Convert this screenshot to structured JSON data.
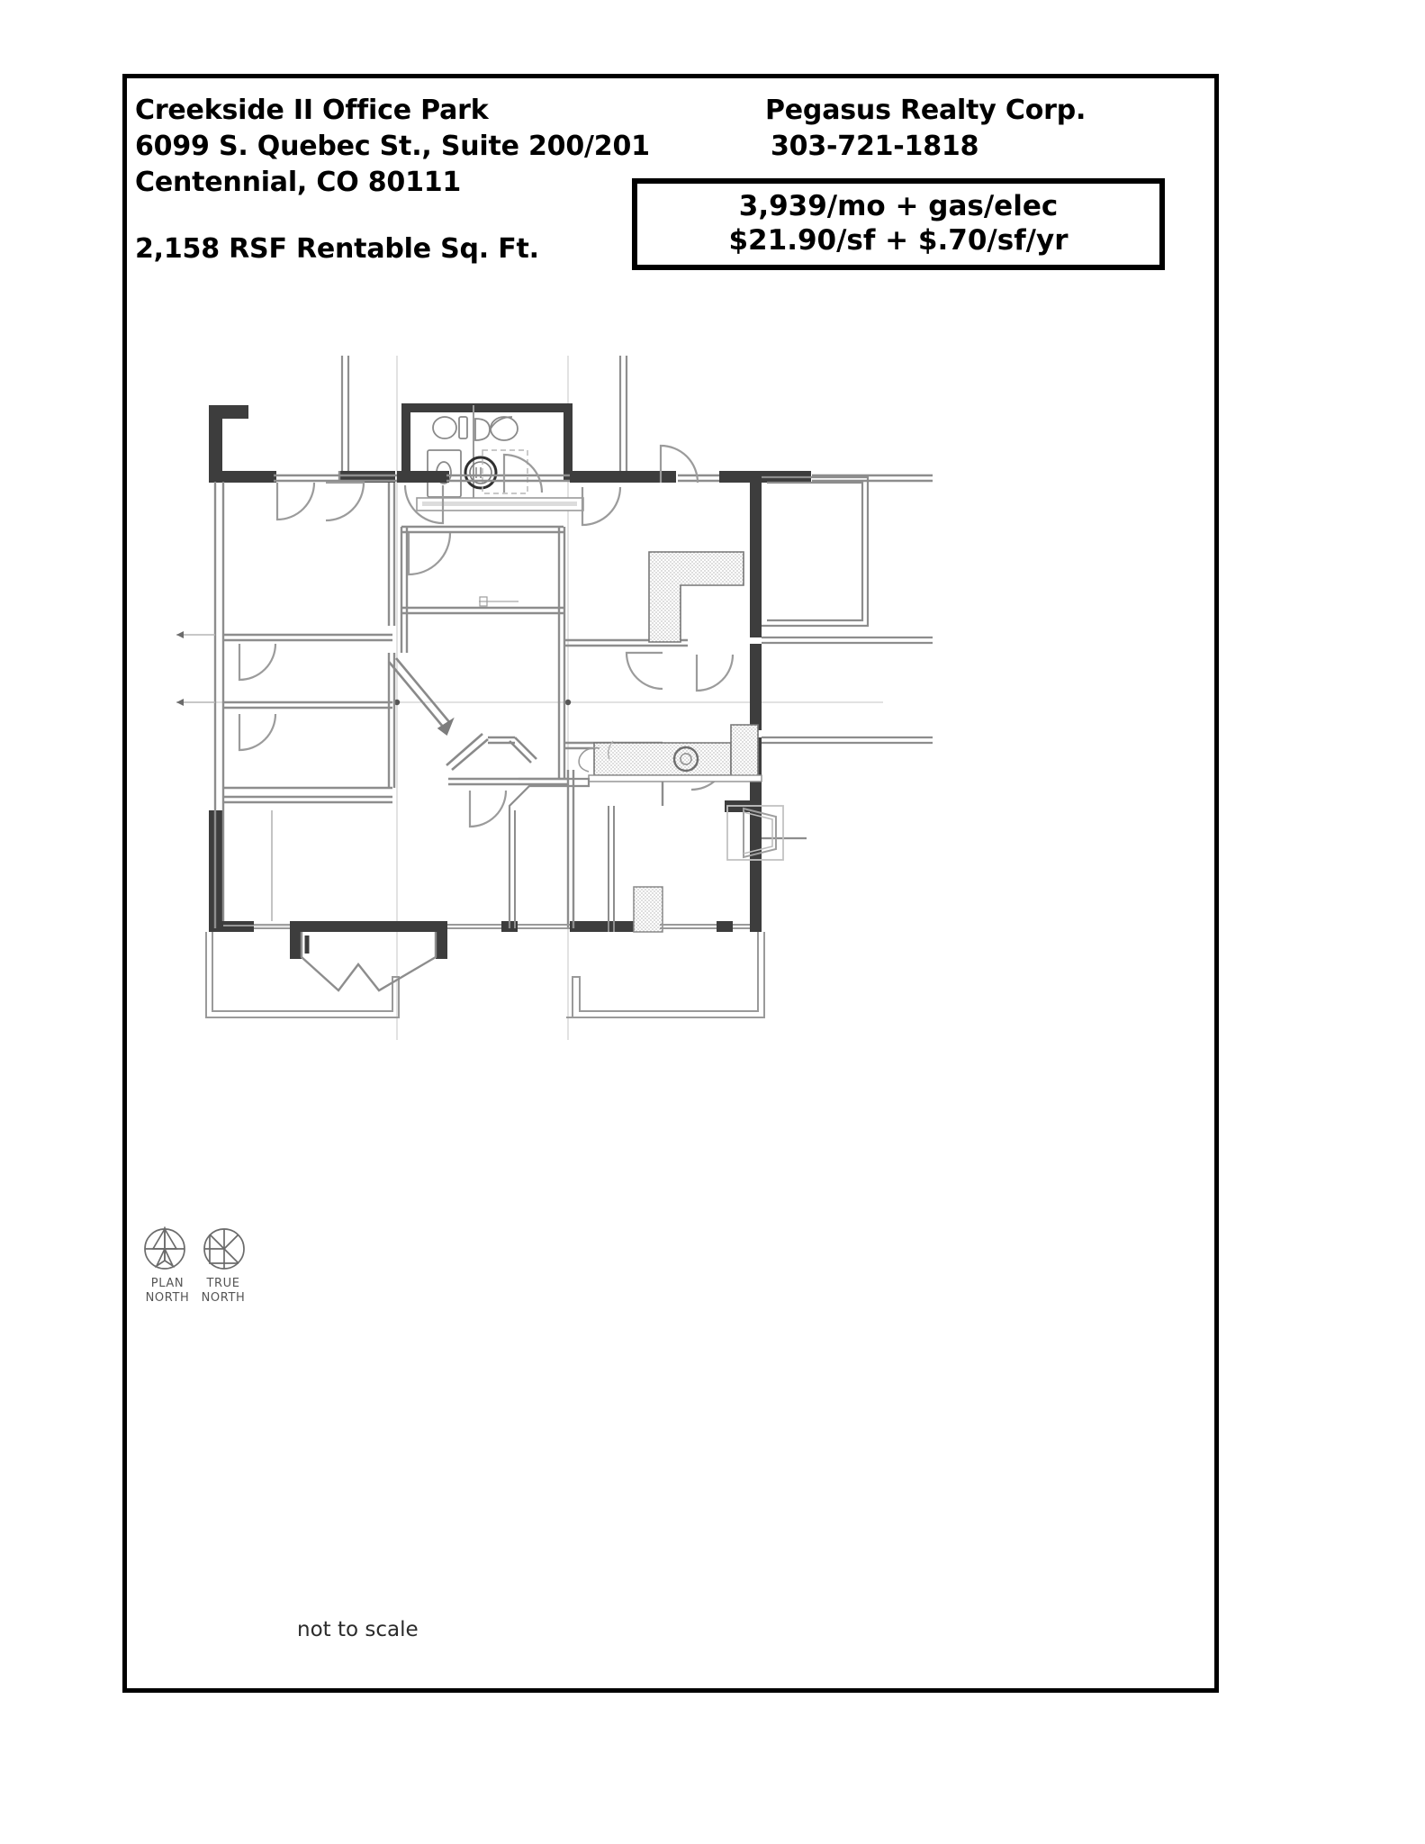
{
  "document": {
    "type": "commercial-lease-floor-plan-flyer",
    "border_color": "#000000",
    "background_color": "#ffffff"
  },
  "header": {
    "property_name": "Creekside II Office Park",
    "property_street": "6099 S. Quebec St., Suite 200/201",
    "property_city": "Centennial, CO 80111",
    "rentable_area": "2,158 RSF Rentable Sq. Ft.",
    "company_name": "Pegasus Realty Corp.",
    "company_phone": "303-721-1818"
  },
  "price_box": {
    "monthly_rate": "3,939/mo + gas/elec",
    "per_sf_rate": "$21.90/sf + $.70/sf/yr"
  },
  "north_indicator": {
    "plan_north_label_line1": "PLAN",
    "plan_north_label_line2": "NORTH",
    "true_north_label_line1": "TRUE",
    "true_north_label_line2": "NORTH",
    "icon_plan": "plan-north-compass-icon",
    "icon_true": "true-north-compass-icon",
    "stroke_color": "#6b6b6b"
  },
  "footer": {
    "scale_note": "not to scale"
  },
  "floor_plan": {
    "title": "Suite 200/201 floor plan",
    "line_colors": {
      "heavy_wall": "#3a3a3a",
      "medium_wall": "#7d7d7d",
      "light_wall": "#9a9a9a",
      "thin_line": "#b8b8b8",
      "gridline": "#c9c9c9",
      "casework_fill": "#e8e8e8"
    },
    "features": [
      "restroom with toilet, lavatory and water closet",
      "private offices along west side",
      "central corridor with angled partition",
      "kitchen / break counter with sink",
      "L-shaped reception casework",
      "storage and closet areas",
      "exterior window wall at south elevation",
      "elevator lobby at east side"
    ]
  }
}
